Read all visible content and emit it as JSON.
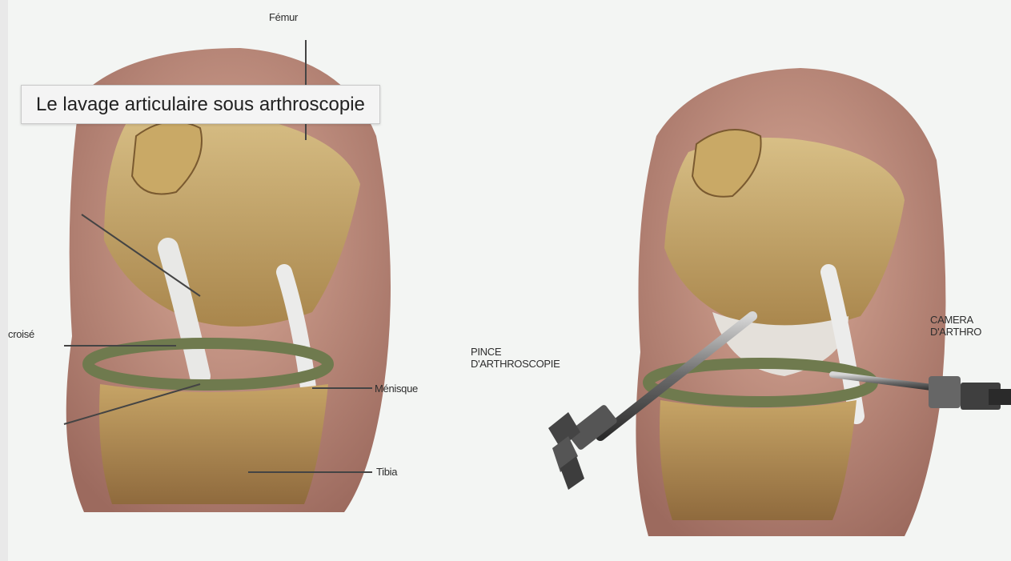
{
  "tooltip": {
    "text": "Le lavage articulaire sous arthroscopie"
  },
  "labels": {
    "femur": "Fémur",
    "croise": "croisé",
    "menisque": "Ménisque",
    "tibia": "Tibia",
    "pince": "PINCE\nD'ARTHROSCOPIE",
    "camera": "CAMERA\nD'ARTHRO"
  },
  "colors": {
    "background": "#f3f5f3",
    "skin": "#b9857a",
    "bone": "#c8a86a",
    "meniscus": "#6f7a4e",
    "ligament": "#e2e2e0"
  }
}
